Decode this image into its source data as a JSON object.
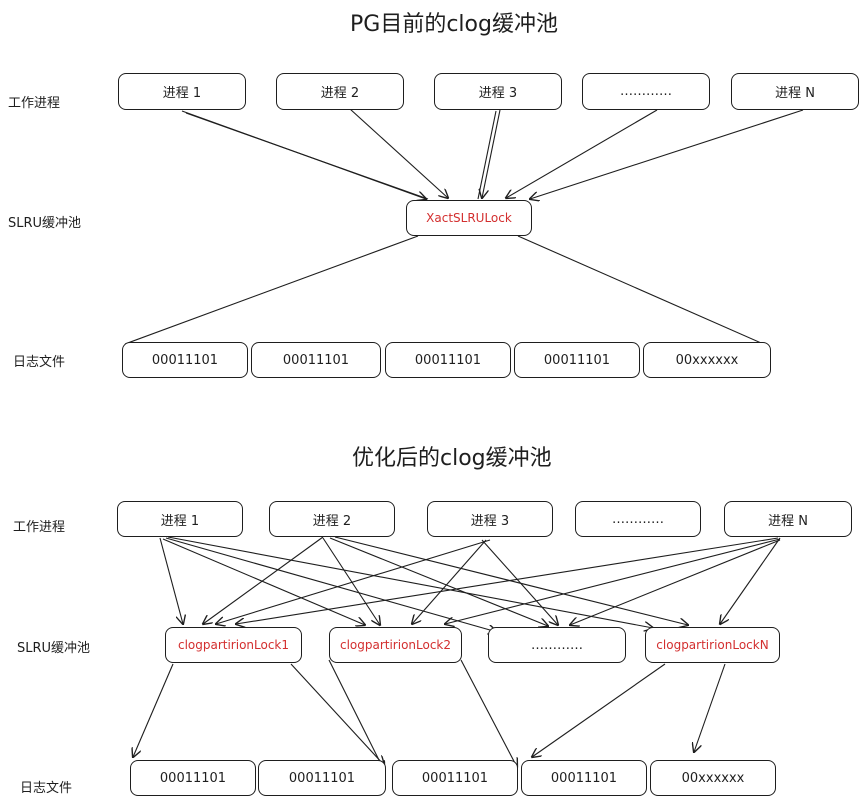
{
  "top": {
    "title": "PG目前的clog缓冲池",
    "row_labels": {
      "workers": "工作进程",
      "slru": "SLRU缓冲池",
      "files": "日志文件"
    },
    "processes": [
      "进程 1",
      "进程 2",
      "进程 3",
      "…………",
      "进程 N"
    ],
    "lock": "XactSLRULock",
    "files": [
      "00011101",
      "00011101",
      "00011101",
      "00011101",
      "00xxxxxx"
    ]
  },
  "bottom": {
    "title": "优化后的clog缓冲池",
    "row_labels": {
      "workers": "工作进程",
      "slru": "SLRU缓冲池",
      "files": "日志文件"
    },
    "processes": [
      "进程 1",
      "进程 2",
      "进程 3",
      "…………",
      "进程 N"
    ],
    "locks": [
      "clogpartirionLock1",
      "clogpartirionLock2",
      "…………",
      "clogpartirionLockN"
    ],
    "files": [
      "00011101",
      "00011101",
      "00011101",
      "00011101",
      "00xxxxxx"
    ]
  },
  "colors": {
    "ink": "#1e1e1e",
    "lock_text": "#d32f2f",
    "background": "#ffffff"
  }
}
